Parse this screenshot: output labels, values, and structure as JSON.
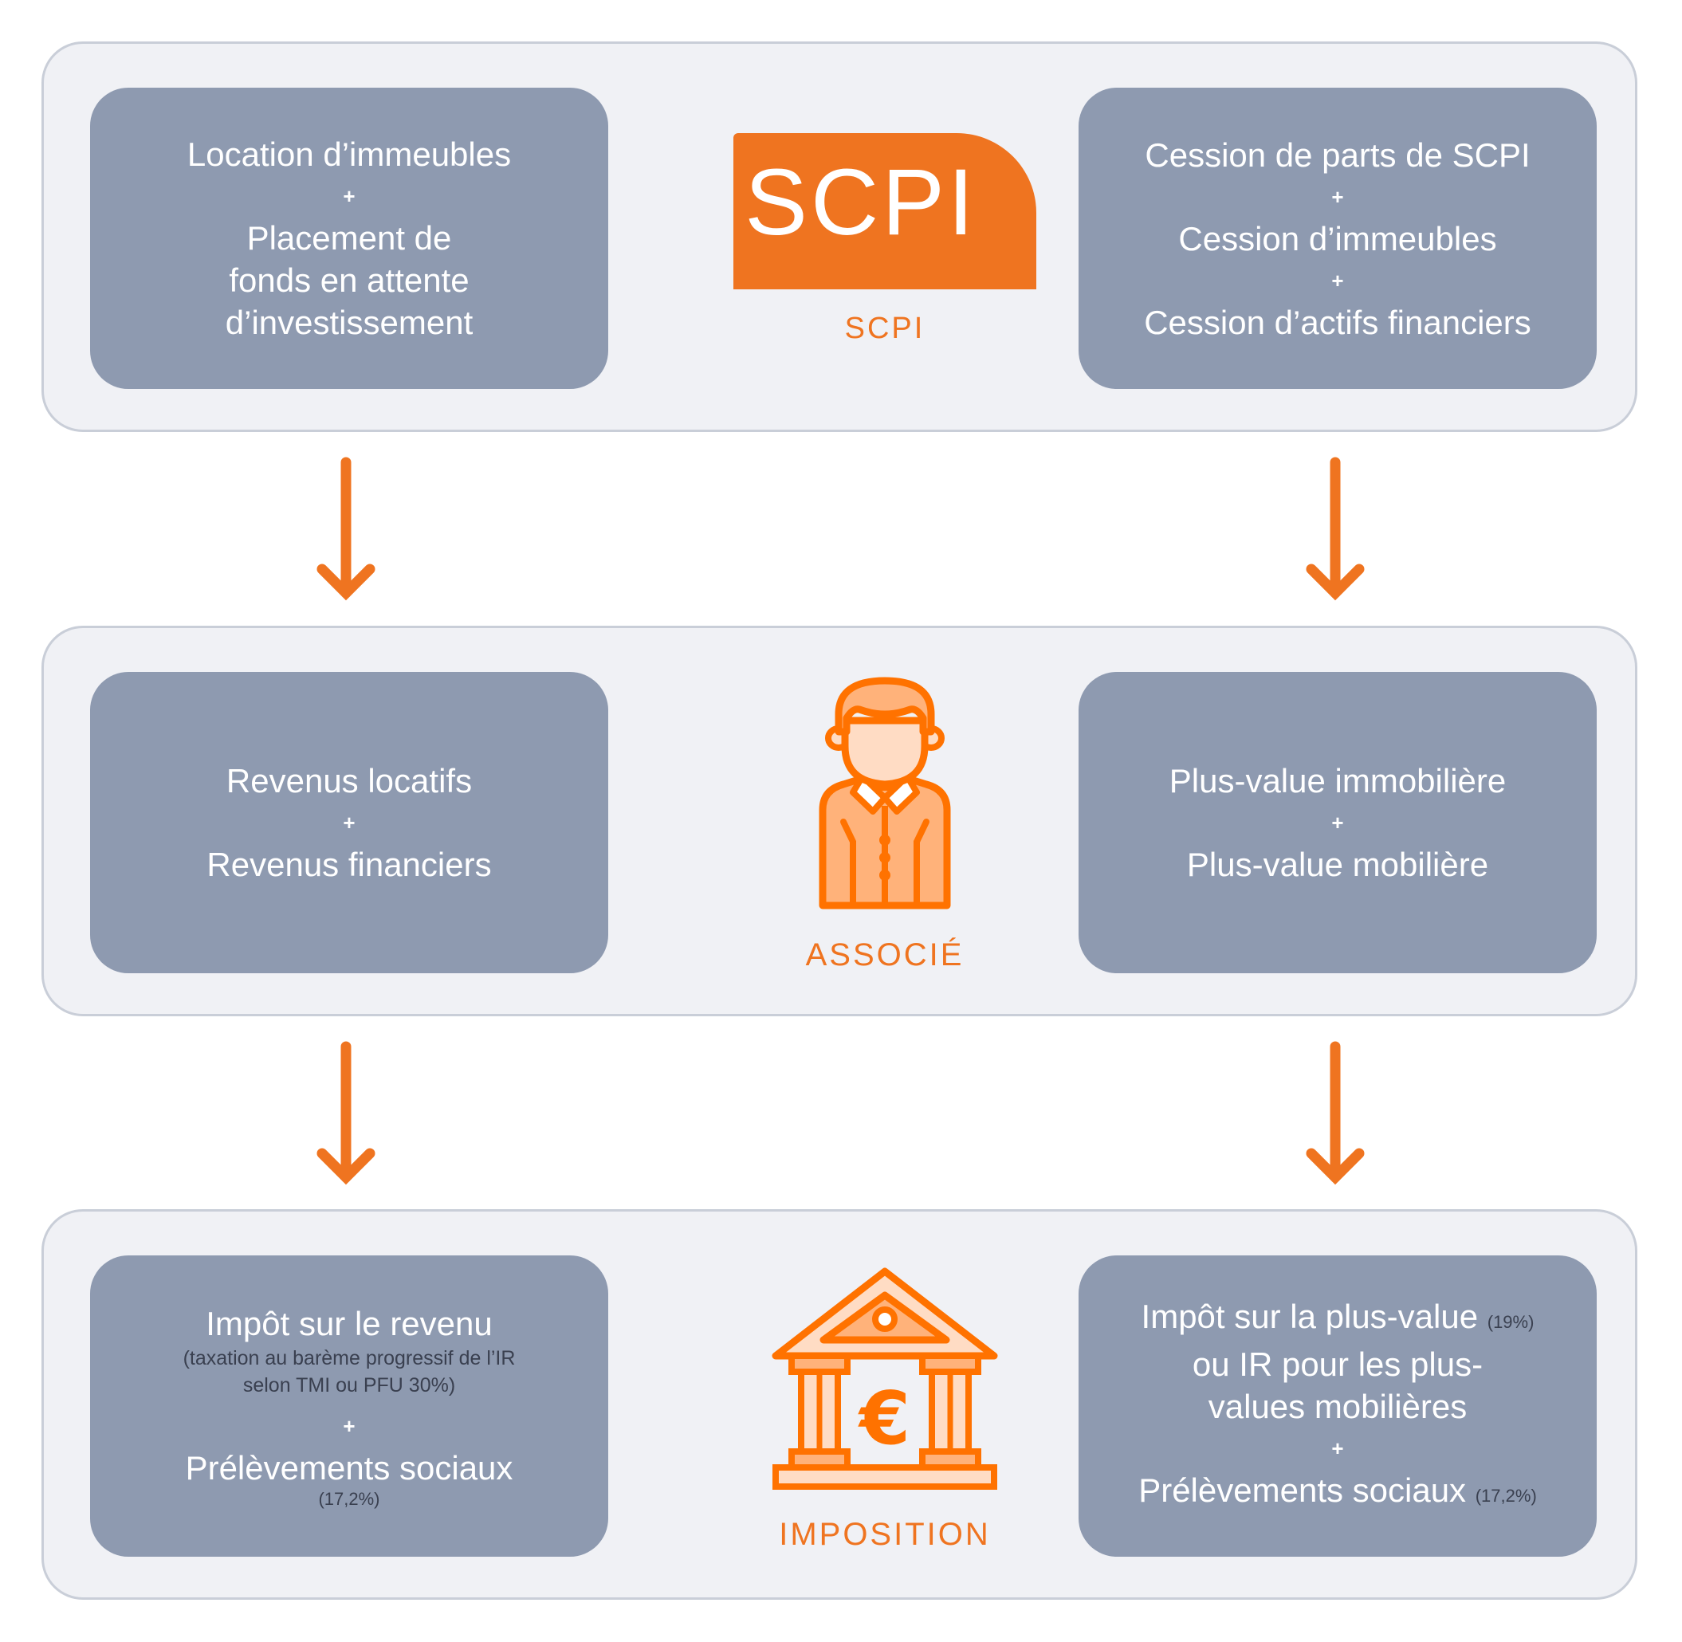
{
  "colors": {
    "accent": "#ef7420",
    "box": "#8e9ab0",
    "panel": "#f0f1f5",
    "panel_border": "#c9ced8",
    "subtext": "#3a4050"
  },
  "plus": "+",
  "rows": {
    "scpi": {
      "center_logo_text": "SCPI",
      "center_label": "SCPI",
      "center_icon": "scpi-logo-icon",
      "left": {
        "lines": [
          "Location d’immeubles",
          "Placement de",
          "fonds en attente",
          "d’investissement"
        ]
      },
      "right": {
        "lines": [
          "Cession de parts de SCPI",
          "Cession d’immeubles",
          "Cession d’actifs financiers"
        ]
      }
    },
    "associe": {
      "center_label": "ASSOCIÉ",
      "center_icon": "person-icon",
      "left": {
        "lines": [
          "Revenus locatifs",
          "Revenus financiers"
        ]
      },
      "right": {
        "lines": [
          "Plus-value immobilière",
          "Plus-value mobilière"
        ]
      }
    },
    "imposition": {
      "center_label": "IMPOSITION",
      "center_icon": "bank-euro-icon",
      "left": {
        "title1": "Impôt sur le revenu",
        "note1_line1": "(taxation au barème progressif de l’IR",
        "note1_line2": "selon TMI ou PFU 30%)",
        "title2": "Prélèvements sociaux",
        "note2": "(17,2%)"
      },
      "right": {
        "line1": "Impôt sur la plus-value",
        "line1_note": "(19%)",
        "line2": "ou IR pour les plus-",
        "line3": "values mobilières",
        "line4": "Prélèvements sociaux",
        "line4_note": "(17,2%)"
      }
    }
  }
}
